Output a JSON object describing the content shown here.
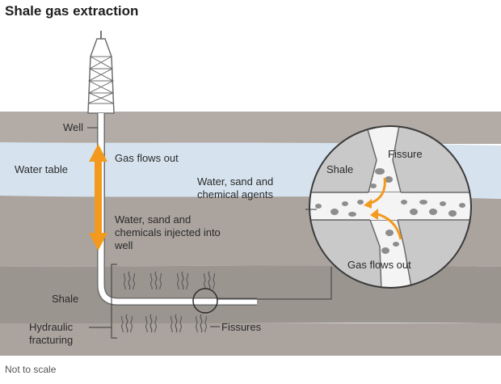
{
  "title": "Shale gas extraction",
  "labels": {
    "well": "Well",
    "water_table": "Water table",
    "gas_flows_out": "Gas flows out",
    "water_sand_injected": "Water, sand and chemicals injected into well",
    "shale": "Shale",
    "hydraulic_fracturing": "Hydraulic fracturing",
    "fissures": "Fissures",
    "fissure": "Fissure",
    "shale_inset": "Shale",
    "water_sand_agents": "Water, sand and chemical agents",
    "gas_flows_out_inset": "Gas flows out"
  },
  "footnote": "Not to scale",
  "colors": {
    "sky": "#ffffff",
    "ground_upper": "#b3aca6",
    "water_table": "#d6e3ee",
    "ground_middle": "#aaa39e",
    "shale_layer": "#9b9590",
    "deep_layer": "#aaa39e",
    "pipe": "#ffffff",
    "arrow_orange": "#f39a1e",
    "inset_border": "#3a3a3a",
    "inset_rock": "#c9c9c9",
    "inset_crack": "#f4f4f4",
    "pebble": "#8d8d8d",
    "leader_line": "#3a3a3a"
  }
}
